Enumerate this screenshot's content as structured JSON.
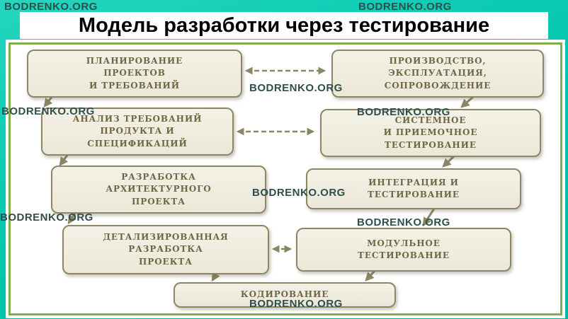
{
  "title": "Модель разработки через тестирование",
  "watermark": "BODRENKO.ORG",
  "colors": {
    "background_teal": "#00c5ad",
    "panel_border_green": "#7db04b",
    "box_fill": "#f2efe2",
    "box_border": "#8c8666",
    "box_text": "#6d6846",
    "arrow": "#8c8666",
    "watermark_text": "#2e4f4d",
    "title_text": "#000000"
  },
  "diagram": {
    "left_column": {
      "planning": "ПЛАНИРОВАНИЕ\nПРОЕКТОВ\nИ ТРЕБОВАНИЙ",
      "analysis": "АНАЛИЗ ТРЕБОВАНИЙ\nПРОДУКТА И\nСПЕЦИФИКАЦИЙ",
      "architecture": "РАЗРАБОТКА\nАРХИТЕКТУРНОГО\nПРОЕКТА",
      "detailed_design": "ДЕТАЛИЗИРОВАННАЯ\nРАЗРАБОТКА\nПРОЕКТА"
    },
    "right_column": {
      "production": "ПРОИЗВОДСТВО,\nЭКСПЛУАТАЦИЯ,\nСОПРОВОЖДЕНИЕ",
      "system_testing": "СИСТЕМНОЕ\nИ ПРИЕМОЧНОЕ\nТЕСТИРОВАНИЕ",
      "integration_testing": "ИНТЕГРАЦИЯ И\nТЕСТИРОВАНИЕ",
      "unit_testing": "МОДУЛЬНОЕ\nТЕСТИРОВАНИЕ"
    },
    "bottom": {
      "coding": "КОДИРОВАНИЕ"
    }
  }
}
